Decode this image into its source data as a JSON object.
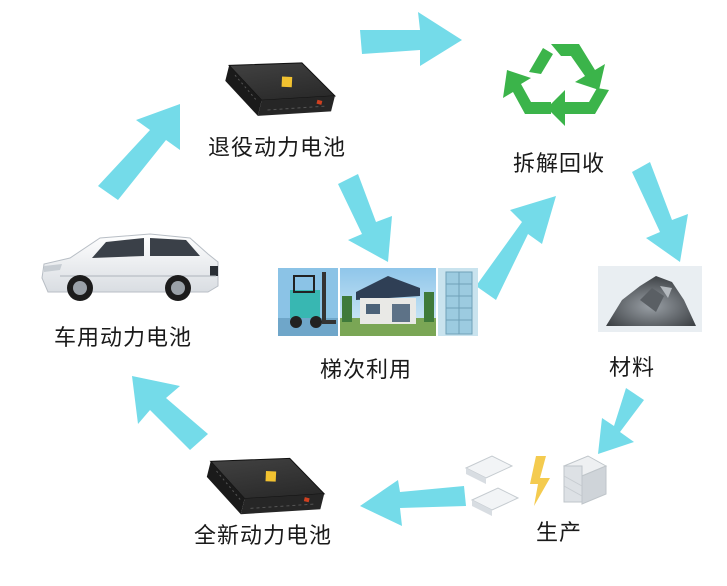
{
  "diagram": {
    "nodes": {
      "retired_battery": "退役动力电池",
      "dismantle_recycle": "拆解回收",
      "vehicle_battery": "车用动力电池",
      "cascade_use": "梯次利用",
      "material": "材料",
      "new_battery": "全新动力电池",
      "production": "生产"
    },
    "colors": {
      "arrow": "#74dbe9",
      "recycle_green": "#3bb44a",
      "battery_dark": "#2c2c2c",
      "warning_yellow": "#f2c230"
    },
    "icons": [
      "recycle-icon",
      "battery-icon",
      "car-icon",
      "forklift-icon",
      "house-icon",
      "building-icon",
      "ore-material-icon",
      "lightning-icon"
    ]
  }
}
